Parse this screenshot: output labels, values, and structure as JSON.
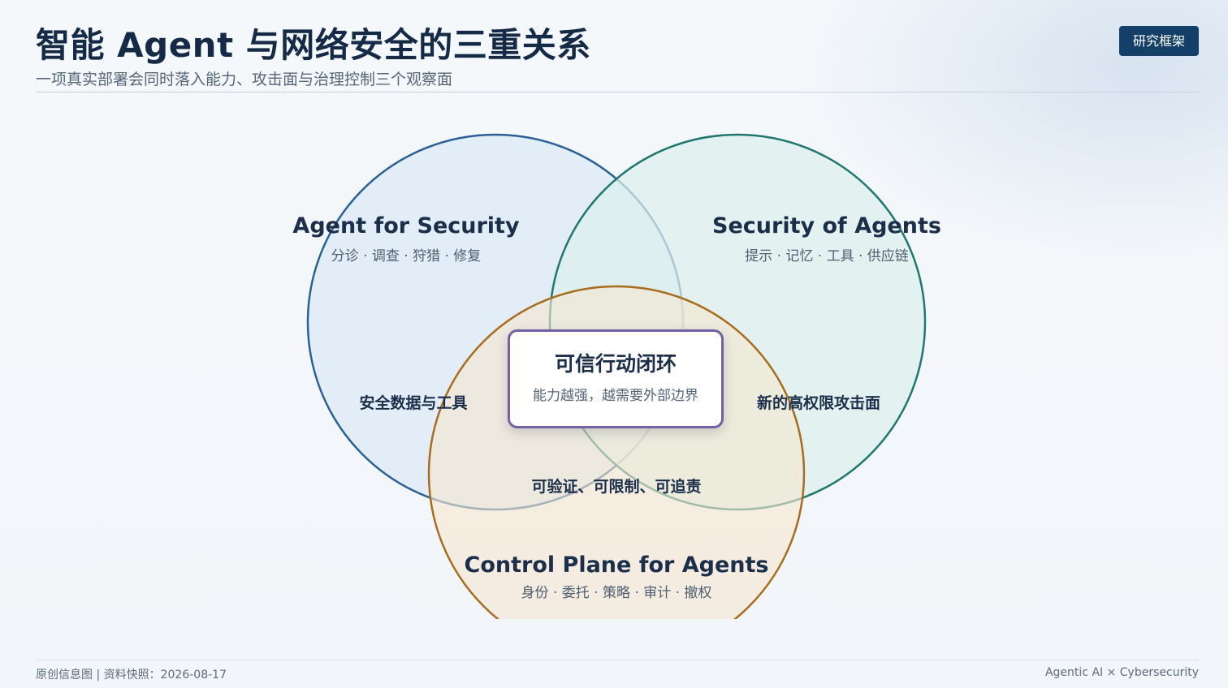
{
  "header": {
    "title": "智能 Agent 与网络安全的三重关系",
    "subtitle": "一项真实部署会同时落入能力、攻击面与治理控制三个观察面",
    "badge": "研究框架"
  },
  "venn": {
    "sets": [
      {
        "id": "agent-for-security",
        "title": "Agent for Security",
        "subtitle": "分诊 · 调查 · 狩猎 · 修复",
        "stroke": "#2a6097",
        "fill": "#dcebf7"
      },
      {
        "id": "security-of-agents",
        "title": "Security of Agents",
        "subtitle": "提示 · 记忆 · 工具 · 供应链",
        "stroke": "#1e7870",
        "fill": "#dcf0eb"
      },
      {
        "id": "control-plane",
        "title": "Control Plane for Agents",
        "subtitle": "身份 · 委托 · 策略 · 审计 · 撤权",
        "stroke": "#a86d1c",
        "fill": "#f3e7d1"
      }
    ],
    "overlaps": {
      "left": "安全数据与工具",
      "right": "新的高权限攻击面",
      "bottom": "可验证、可限制、可追责"
    },
    "center": {
      "title": "可信行动闭环",
      "subtitle": "能力越强，越需要外部边界",
      "border_color": "#7460a4"
    }
  },
  "footer": {
    "left": "原创信息图 | 资料快照：2026-08-17",
    "right": "Agentic AI × Cybersecurity"
  }
}
